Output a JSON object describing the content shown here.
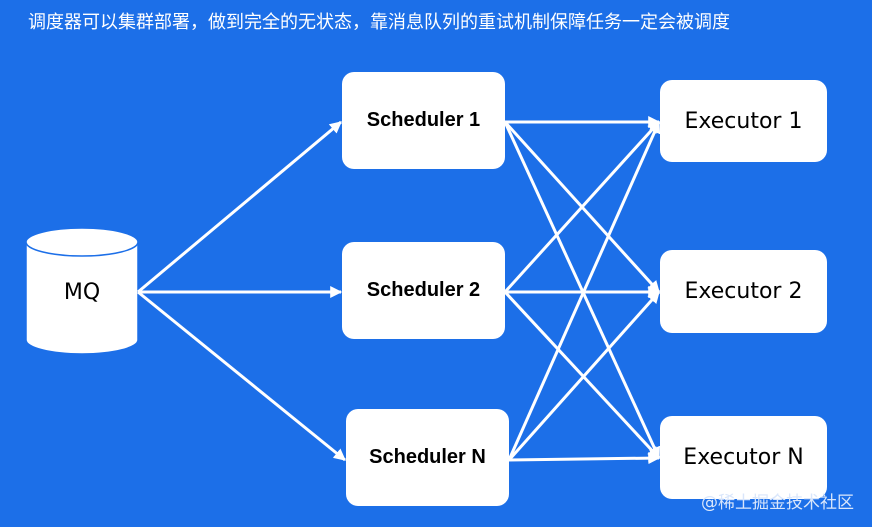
{
  "heading": "调度器可以集群部署，做到完全的无状态，靠消息队列的重试机制保障任务一定会被调度",
  "nodes": {
    "mq": "MQ",
    "schedulers": [
      "Scheduler 1",
      "Scheduler 2",
      "Scheduler N"
    ],
    "executors": [
      "Executor 1",
      "Executor 2",
      "Executor N"
    ]
  },
  "watermark": "@稀土掘金技术社区",
  "colors": {
    "background": "#1c6fe8",
    "node_fill": "#ffffff",
    "arrow": "#ffffff"
  }
}
